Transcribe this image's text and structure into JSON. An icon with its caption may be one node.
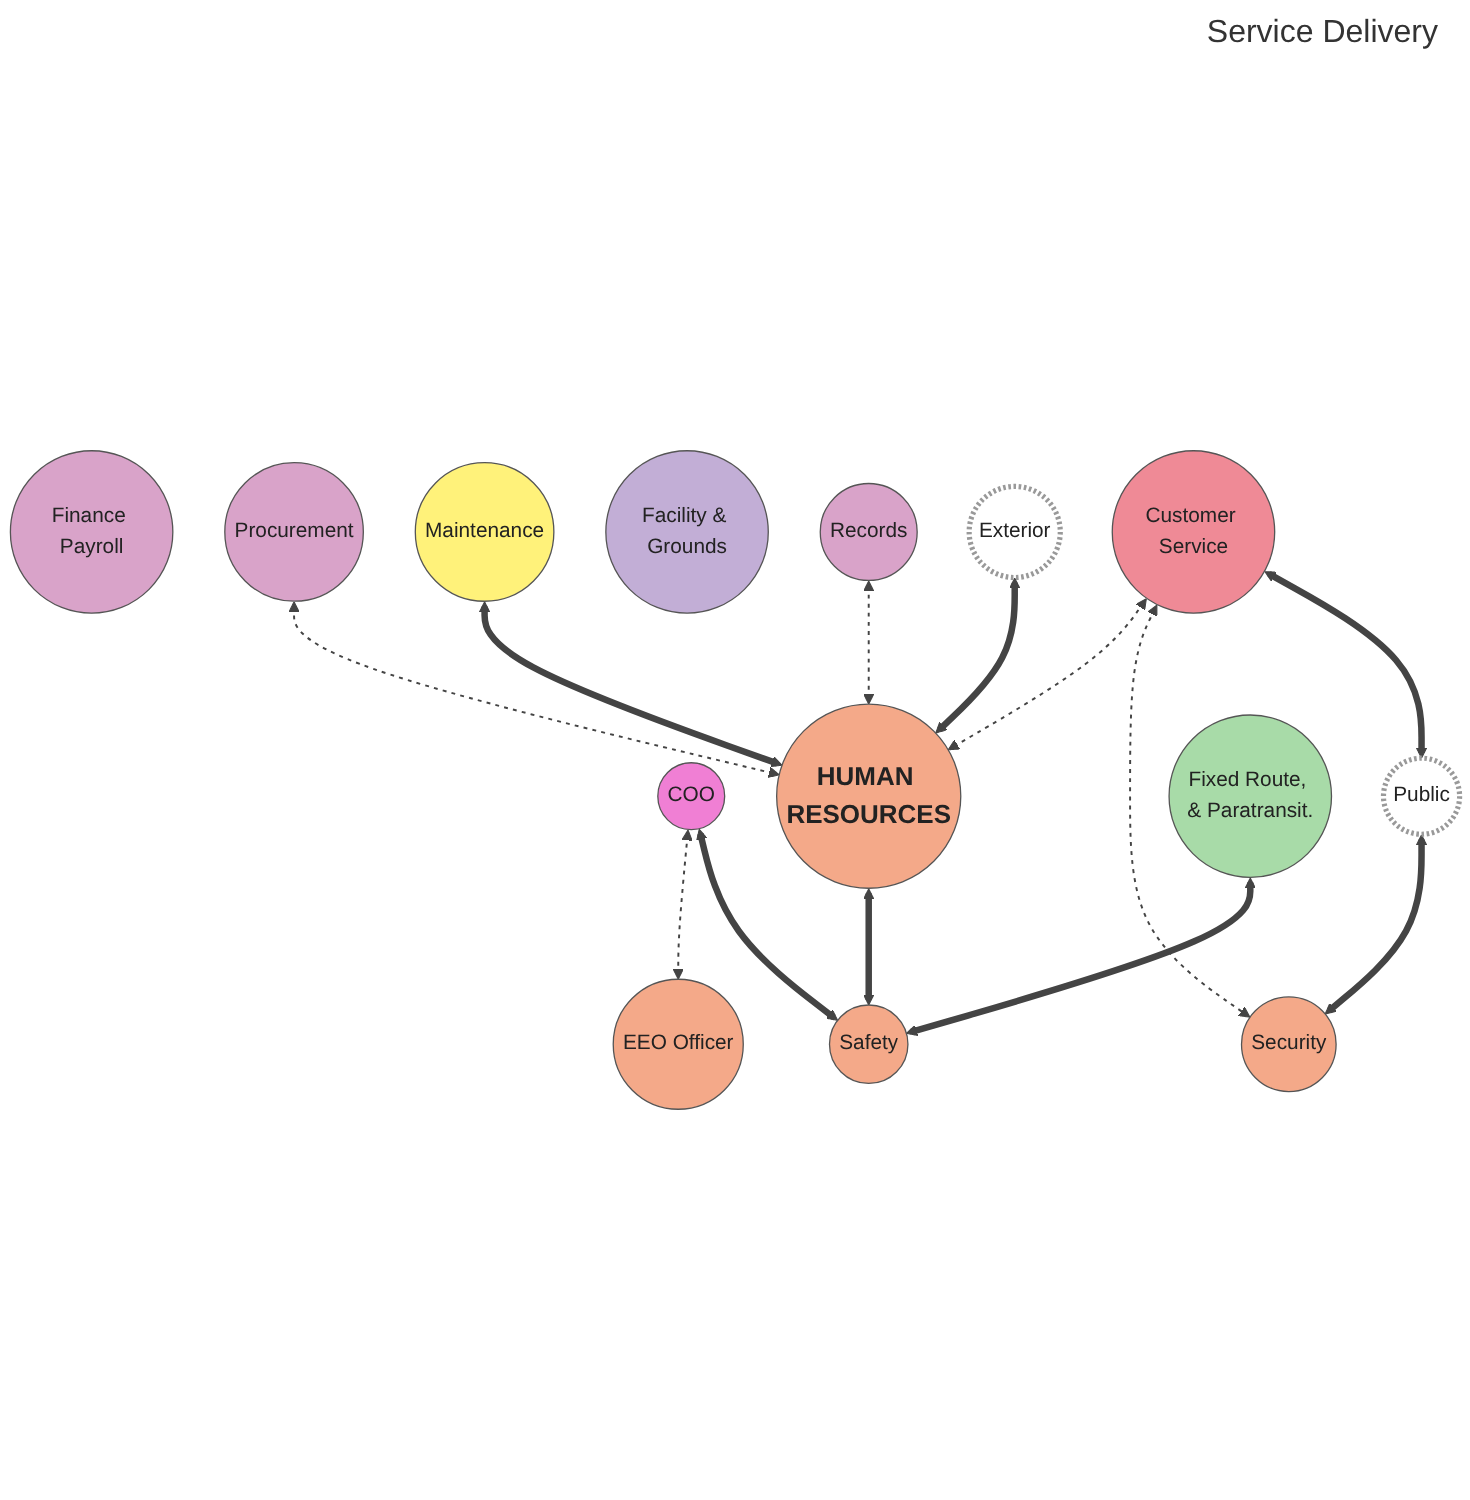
{
  "diagram": {
    "nodes": [
      {
        "text": [
          "Finance Payroll"
        ]
      },
      {
        "text": [
          "Maintenance"
        ]
      },
      {
        "text": [
          "Procurement"
        ]
      },
      {
        "text": [
          "Facility & Grounds"
        ]
      },
      {
        "text": [
          "COO"
        ]
      },
      {
        "text": [
          "Fixed Route, & Paratransit."
        ]
      },
      {
        "text": [
          "HUMAN RESOURCES"
        ]
      },
      {
        "text": [
          "EEO Officer"
        ]
      },
      {
        "text": [
          "Records"
        ]
      },
      {
        "text": [
          "Safety"
        ]
      },
      {
        "text": [
          "Exterior"
        ]
      },
      {
        "text": [
          "Customer Service"
        ]
      },
      {
        "text": [
          "Security"
        ]
      },
      {
        "text": [
          "Public"
        ]
      }
    ],
    "edges": [
      {
        "from": 2,
        "to": 6,
        "arrow": "both",
        "style": "dashed"
      },
      {
        "from": 1,
        "to": 6,
        "arrow": "both"
      },
      {
        "from": 4,
        "to": 7,
        "arrow": "both",
        "style": "dashed"
      },
      {
        "from": 8,
        "to": 6,
        "arrow": "both",
        "style": "dashed"
      },
      {
        "from": 6,
        "to": 9,
        "arrow": "both"
      },
      {
        "from": 4,
        "to": 9,
        "arrow": "both"
      },
      {
        "from": 5,
        "to": 9,
        "arrow": "both"
      },
      {
        "from": 10,
        "to": 6,
        "arrow": "both"
      },
      {
        "from": 11,
        "to": 6,
        "arrow": "both",
        "style": "dashed"
      },
      {
        "from": 11,
        "to": 12,
        "arrow": "both",
        "style": "dashed"
      },
      {
        "from": 11,
        "to": 13,
        "arrow": "both"
      },
      {
        "from": 13,
        "to": 12,
        "arrow": "both"
      }
    ],
    "labels": [
      "Service Delivery"
    ]
  }
}
